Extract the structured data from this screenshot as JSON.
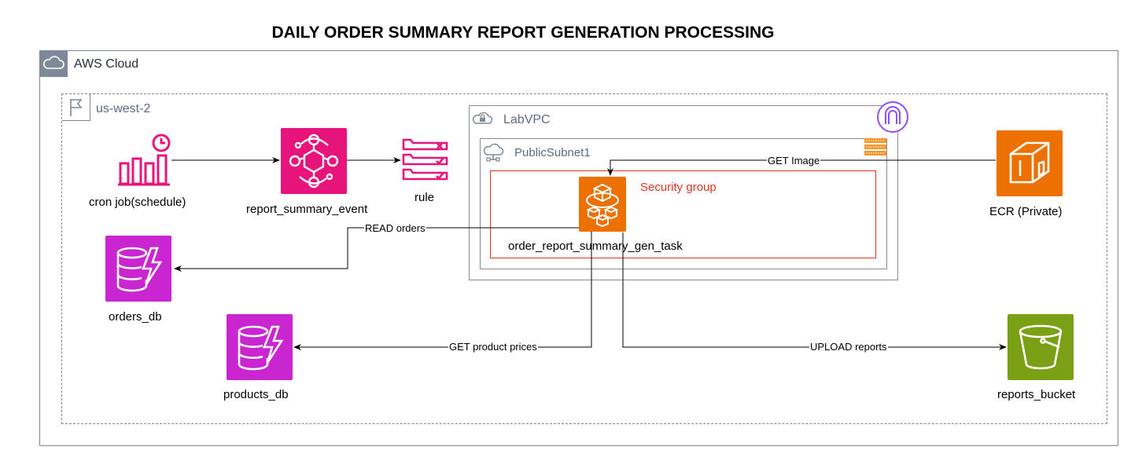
{
  "title": "DAILY ORDER SUMMARY REPORT GENERATION PROCESSING",
  "groups": {
    "cloud": "AWS Cloud",
    "region": "us-west-2",
    "vpc": "LabVPC",
    "subnet": "PublicSubnet1",
    "security_group": "Security group"
  },
  "nodes": {
    "cron": "cron job(schedule)",
    "event": "report_summary_event",
    "rule": "rule",
    "task": "order_report_summary_gen_task",
    "ecr": "ECR (Private)",
    "orders_db": "orders_db",
    "products_db": "products_db",
    "reports_bucket": "reports_bucket"
  },
  "edges": {
    "get_image": "GET Image",
    "read_orders": "READ orders",
    "get_prices": "GET product prices",
    "upload_reports": "UPLOAD reports"
  },
  "colors": {
    "pink": "#e7157b",
    "orange": "#ed7100",
    "purple": "#c925d1",
    "green": "#7aa116",
    "group_gray": "#7d8998",
    "security_red": "#dd3522"
  },
  "icons": {
    "cron": "cloudwatch-metric-icon",
    "event": "eventbridge-icon",
    "rule": "eventbridge-rule-icon",
    "task": "fargate-icon",
    "ecr": "ecr-icon",
    "db": "dynamodb-icon",
    "bucket": "s3-bucket-icon"
  }
}
